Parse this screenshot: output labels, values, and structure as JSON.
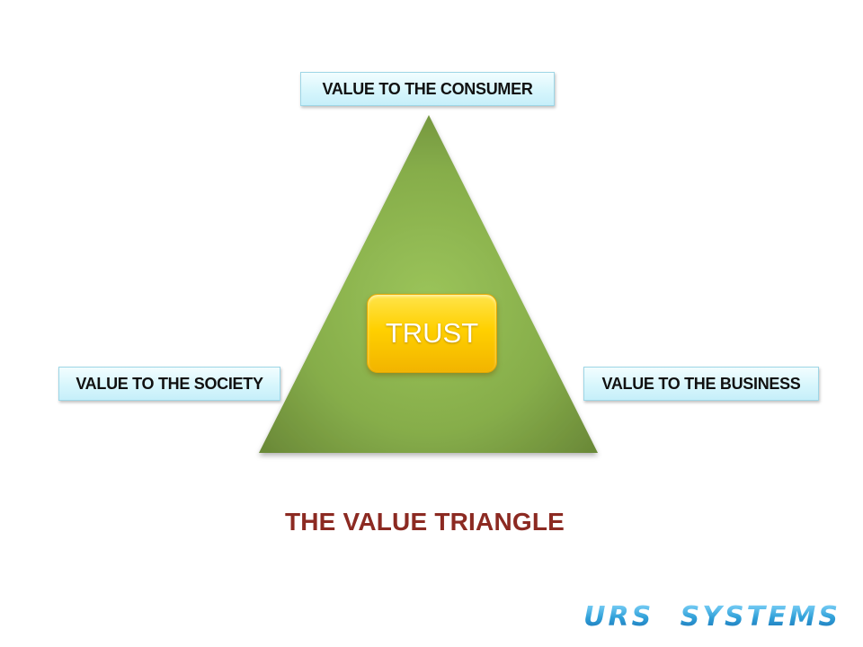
{
  "diagram": {
    "top_label": "VALUE TO THE CONSUMER",
    "left_label": "VALUE TO THE SOCIETY",
    "right_label": "VALUE TO THE BUSINESS",
    "center_label": "TRUST",
    "title": "THE VALUE TRIANGLE"
  },
  "logo": {
    "text": "URS SYSTEMS"
  },
  "colors": {
    "triangle_light": "#9bc45a",
    "triangle_dark": "#6b8a38",
    "trust_fill": "#ffcc00",
    "title_text": "#8c2a22",
    "label_fill": "#d7f6fc",
    "logo_blue": "#2ea8dc"
  }
}
